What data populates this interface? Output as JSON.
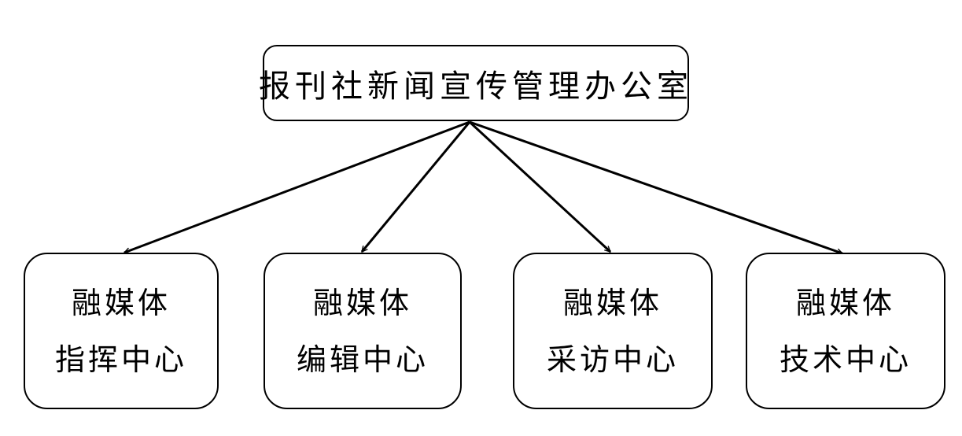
{
  "root": {
    "label": "报刊社新闻宣传管理办公室"
  },
  "children": [
    {
      "line1": "融媒体",
      "line2": "指挥中心"
    },
    {
      "line1": "融媒体",
      "line2": "编辑中心"
    },
    {
      "line1": "融媒体",
      "line2": "采访中心"
    },
    {
      "line1": "融媒体",
      "line2": "技术中心"
    }
  ],
  "colors": {
    "stroke": "#000000",
    "background": "#ffffff"
  }
}
